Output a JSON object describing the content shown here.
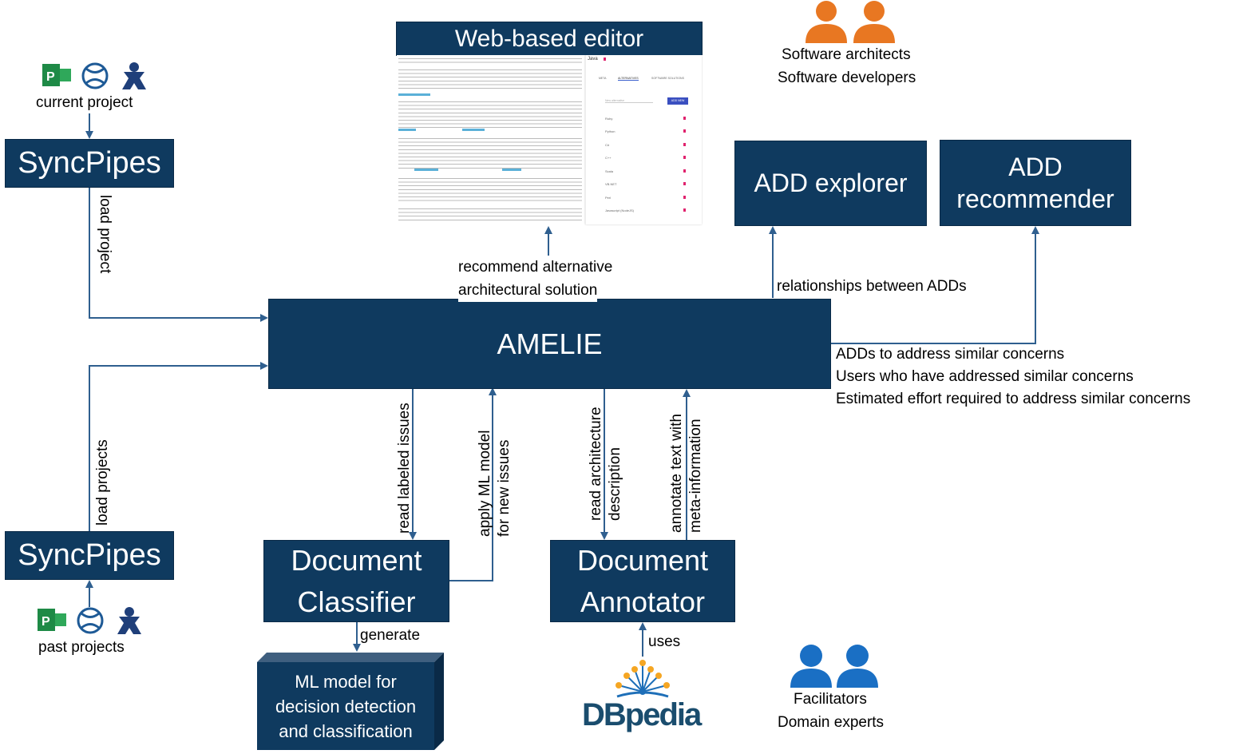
{
  "editor": {
    "title": "Web-based editor",
    "lang": "Java",
    "tabs": [
      "META",
      "ALTERNATIVES",
      "SOFTWARE SOLUTIONS"
    ],
    "input_placeholder": "New alternative",
    "add_button": "ADD NEW",
    "list": [
      "Ruby",
      "Python",
      "C#",
      "C++",
      "Scala",
      "VB.NET",
      "Perl",
      "Javascript (NodeJS)"
    ]
  },
  "users_top": {
    "line1": "Software architects",
    "line2": "Software developers"
  },
  "users_bottom": {
    "line1": "Facilitators",
    "line2": "Domain experts"
  },
  "current_project": "current project",
  "past_projects": "past projects",
  "syncpipes_top": "SyncPipes",
  "syncpipes_bottom": "SyncPipes",
  "load_project": "load project",
  "load_projects": "load projects",
  "amelie": "AMELIE",
  "add_explorer": "ADD explorer",
  "add_recommender": {
    "line1": "ADD",
    "line2": "recommender"
  },
  "recommend": {
    "line1": "recommend alternative",
    "line2": "architectural solution"
  },
  "relationships": "relationships between ADDs",
  "recommender_outputs": [
    "ADDs to address similar concerns",
    "Users who have addressed similar concerns",
    "Estimated effort required to address similar concerns"
  ],
  "read_labeled_issues": "read labeled issues",
  "apply_ml": {
    "line1": "apply ML model",
    "line2": "for new issues"
  },
  "read_arch": {
    "line1": "read architecture",
    "line2": "description"
  },
  "annotate": {
    "line1": "annotate text with",
    "line2": "meta-information"
  },
  "doc_classifier": {
    "line1": "Document",
    "line2": "Classifier"
  },
  "doc_annotator": {
    "line1": "Document",
    "line2": "Annotator"
  },
  "generate": "generate",
  "uses": "uses",
  "ml_model": {
    "line1": "ML model for",
    "line2": "decision detection",
    "line3": "and classification"
  },
  "dbpedia": "DBpedia",
  "colors": {
    "box": "#0f3a5f",
    "arrow": "#2f5f8f",
    "person_orange": "#e87722",
    "person_blue": "#1a6fc4"
  }
}
